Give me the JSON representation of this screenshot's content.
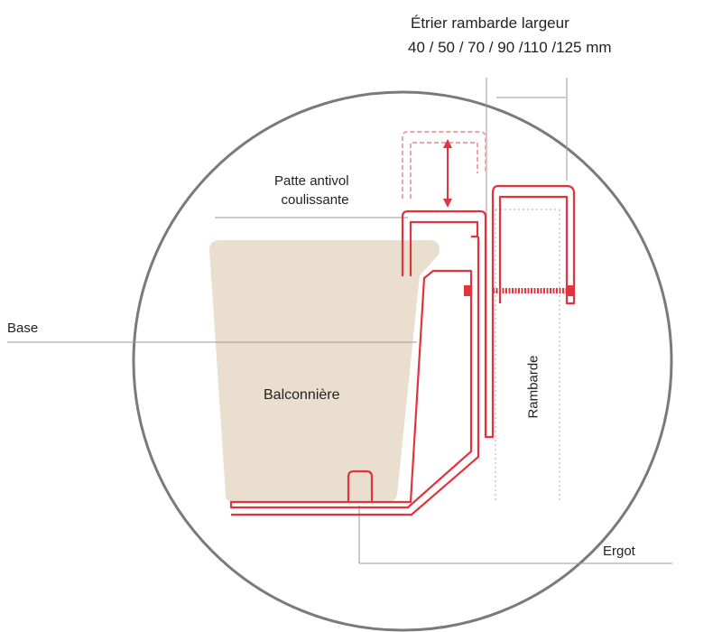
{
  "labels": {
    "title_line1": "Étrier rambarde largeur",
    "title_line2": "40 / 50 / 70 / 90 /110 /125 mm",
    "patte_line1": "Patte antivol",
    "patte_line2": "coulissante",
    "base": "Base",
    "balconniere": "Balconnière",
    "rambarde": "Rambarde",
    "ergot": "Ergot"
  },
  "colors": {
    "bracket": "#e2343f",
    "bracket_ghost": "#f2a3a8",
    "planter": "#eadfce",
    "circle": "#7a7a7a",
    "leader": "#9a9a9a"
  }
}
